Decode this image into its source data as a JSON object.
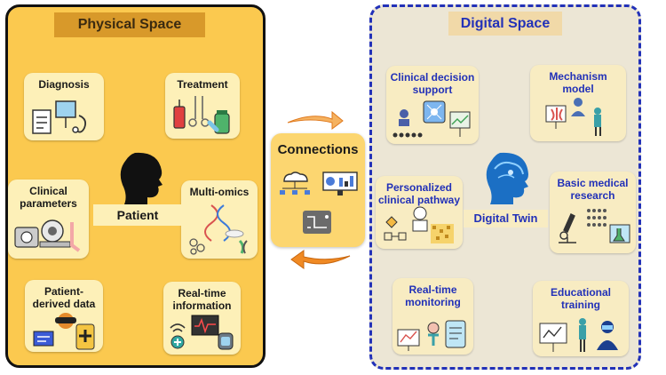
{
  "physical": {
    "title": "Physical Space",
    "center_label": "Patient",
    "cards": {
      "diagnosis": "Diagnosis",
      "treatment": "Treatment",
      "clinical_parameters": "Clinical\nparameters",
      "multi_omics": "Multi-omics",
      "patient_derived_data": "Patient-\nderived data",
      "real_time_information": "Real-time\ninformation"
    }
  },
  "connections": {
    "label": "Connections"
  },
  "digital": {
    "title": "Digital Space",
    "center_label": "Digital Twin",
    "cards": {
      "clinical_decision_support": "Clinical decision\nsupport",
      "mechanism_model": "Mechanism\nmodel",
      "personalized_clinical_pathway": "Personalized\nclinical pathway",
      "basic_medical_research": "Basic medical\nresearch",
      "real_time_monitoring": "Real-time\nmonitoring",
      "educational_training": "Educational\ntraining"
    }
  },
  "colors": {
    "physical_bg": "#fbc94f",
    "digital_border": "#2231b8",
    "arrow": "#f08a24"
  }
}
